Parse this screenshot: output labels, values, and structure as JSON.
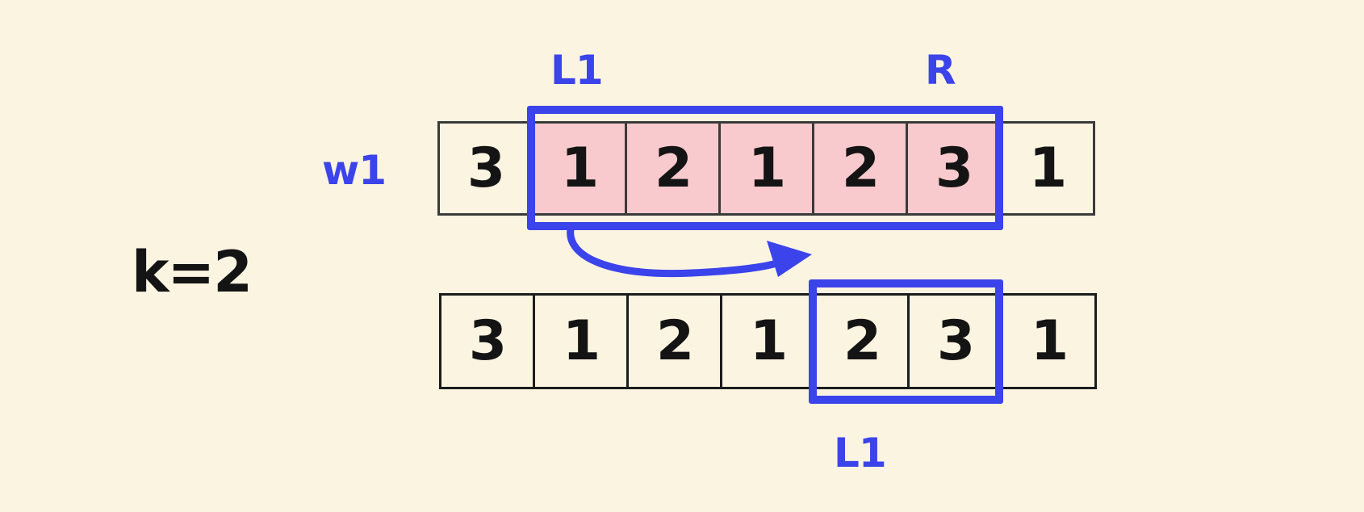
{
  "labels": {
    "k": "k=2",
    "array_name": "w1",
    "top_left_pointer": "L1",
    "top_right_pointer": "R",
    "bottom_pointer": "L1"
  },
  "top_array": {
    "values": [
      "3",
      "1",
      "2",
      "1",
      "2",
      "3",
      "1"
    ],
    "highlighted_indices": [
      1,
      2,
      3,
      4,
      5
    ],
    "window_label_left": "L1",
    "window_label_right": "R"
  },
  "bottom_array": {
    "values": [
      "3",
      "1",
      "2",
      "1",
      "2",
      "3",
      "1"
    ],
    "boxed_indices": [
      4,
      5
    ],
    "window_label": "L1"
  },
  "colors": {
    "background": "#FBF4E1",
    "highlight_pink": "#F8C9CD",
    "accent_blue": "#3B43EB",
    "cell_border_top_row": "#3a3a3a",
    "cell_border_bottom_row": "#1c1c1c",
    "text_black": "#141414"
  }
}
